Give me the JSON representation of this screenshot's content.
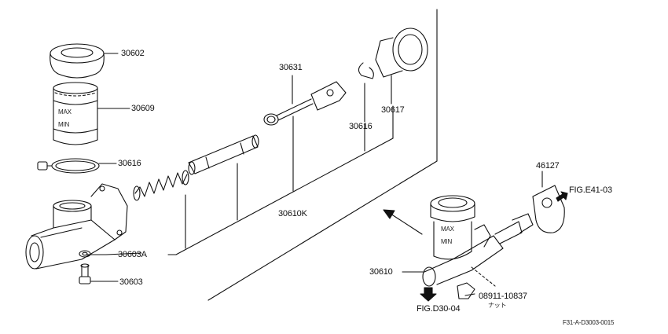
{
  "parts": {
    "p30602": "30602",
    "p30609": "30609",
    "p30616_ring": "30616",
    "p30603A": "30603A",
    "p30603": "30603",
    "p30631": "30631",
    "p30616_clip": "30616",
    "p30617": "30617",
    "p30610K": "30610K",
    "p46127": "46127",
    "p30610": "30610",
    "p08911": "08911-10837",
    "nut_note": "ナット"
  },
  "reservoir": {
    "max_label": "MAX",
    "min_label": "MIN"
  },
  "refs": {
    "fig_e41": "FIG.E41-03",
    "fig_d30": "FIG.D30-04",
    "diagram_code": "F31-A-D3003-0015"
  }
}
